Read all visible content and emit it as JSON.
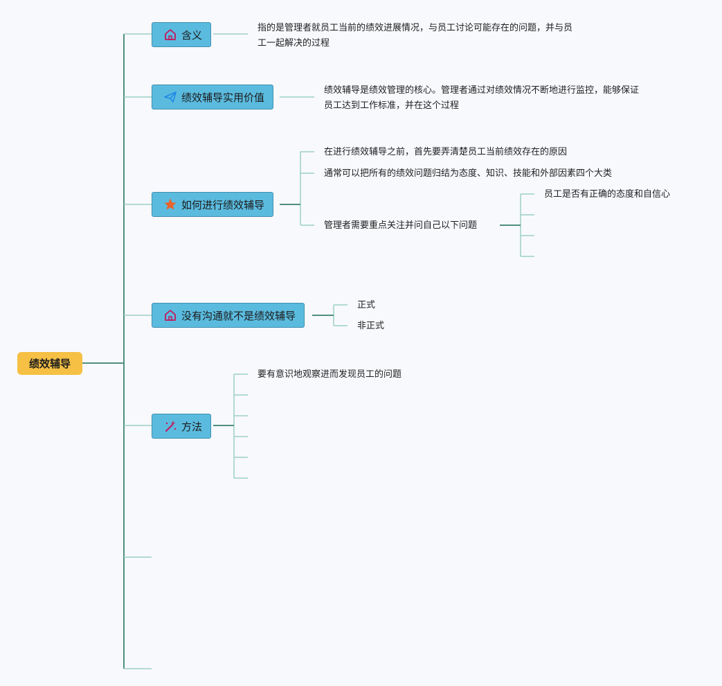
{
  "root": {
    "label": "绩效辅导"
  },
  "topics": [
    {
      "label": "含义",
      "icon": "house-icon"
    },
    {
      "label": "绩效辅导实用价值",
      "icon": "paper-plane-icon"
    },
    {
      "label": "如何进行绩效辅导",
      "icon": "star-icon"
    },
    {
      "label": "没有沟通就不是绩效辅导",
      "icon": "house-icon"
    },
    {
      "label": "方法",
      "icon": "magic-wand-icon"
    }
  ],
  "details": {
    "meaning": {
      "line1": "指的是管理者就员工当前的绩效进展情况，与员工讨论可能存在的问题，并与员",
      "line2": "工一起解决的过程"
    },
    "value": {
      "line1": "绩效辅导是绩效管理的核心。管理者通过对绩效情况不断地进行监控，能够保证",
      "line2": "员工达到工作标准，并在这个过程"
    },
    "how": {
      "items": [
        "在进行绩效辅导之前，首先要弄清楚员工当前绩效存在的原因",
        "通常可以把所有的绩效问题归结为态度、知识、技能和外部因素四个大类",
        "管理者需要重点关注并问自己以下问题"
      ],
      "questions": [
        "员工是否有正确的态度和自信心"
      ]
    },
    "communication": {
      "items": [
        "正式",
        "非正式"
      ]
    },
    "methods": {
      "items": [
        "要有意识地观察进而发现员工的问题"
      ]
    }
  },
  "colors": {
    "root": "#f5c044",
    "topic": "#5bbbdf",
    "topic_border": "#3f8fae",
    "trunk_line": "#4f8f7d",
    "branch_line": "#9ccfc4",
    "background": "#f8f9fd"
  }
}
